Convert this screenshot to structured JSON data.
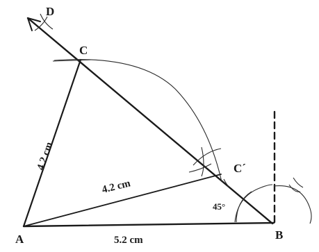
{
  "figure": {
    "points": {
      "A": "A",
      "B": "B",
      "C": "C",
      "C_prime": "C´",
      "D": "D"
    },
    "measurements": {
      "AB": "5.2 cm",
      "AC": "4.2 cm",
      "AC_prime": "4.2 cm"
    },
    "angle_B": "45°"
  }
}
